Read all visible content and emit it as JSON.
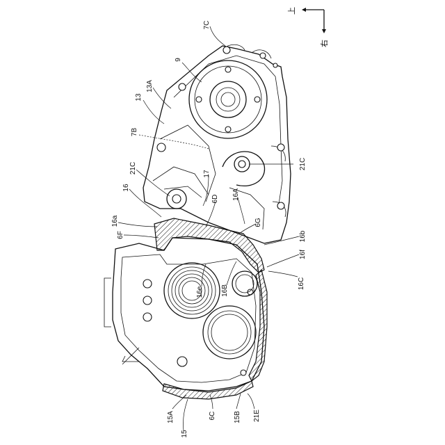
{
  "compass": {
    "up_label": "上",
    "right_label": "右"
  },
  "labels": {
    "l_7C": "7C",
    "l_9": "9",
    "l_13A": "13A",
    "l_13": "13",
    "l_7B": "7B",
    "l_21C_left": "21C",
    "l_16": "16",
    "l_17": "17",
    "l_6D": "6D",
    "l_16A": "16A",
    "l_21C_right": "21C",
    "l_16a": "16a",
    "l_6F": "6F",
    "l_6G": "6G",
    "l_16b": "16b",
    "l_16f": "16f",
    "l_16e": "16e",
    "l_16B": "16B",
    "l_16C": "16C",
    "l_15A": "15A",
    "l_6C": "6C",
    "l_15B": "15B",
    "l_21E": "21E",
    "l_15": "15"
  }
}
